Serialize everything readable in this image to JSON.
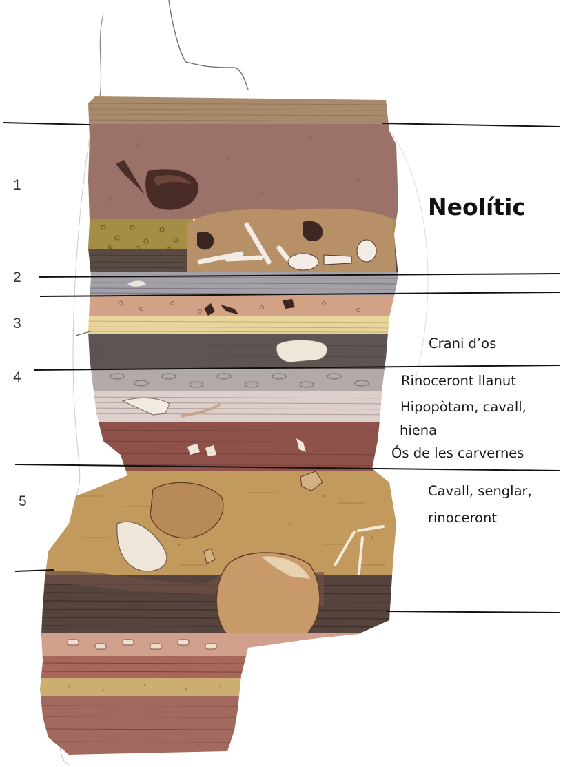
{
  "layer_numbers": [
    "1",
    "2",
    "3",
    "4",
    "5"
  ],
  "period_label": "Neolític",
  "fauna_labels": {
    "crani": "Crani d’os",
    "rinoceront_llanut": "Rinoceront llanut",
    "hipopotam_line1": "Hipopòtam, cavall,",
    "hipopotam_line2": "hiena",
    "os_cavernes": "Ós de les carvernes",
    "cavall_line1": "Cavall, senglar,",
    "cavall_line2": "rinoceront"
  },
  "colors": {
    "boundary_line": "#111111",
    "top_soil": "#a88b6a",
    "layer1": "#9a7268",
    "yellow_gravel": "#a48d44",
    "burial": "#b89068",
    "grey_band": "#a4a0a8",
    "pink_pebbles": "#d2a287",
    "cream": "#e8d59c",
    "dark_band": "#5e5552",
    "grey_stones": "#b2aaa6",
    "pale_lines": "#ddd0cc",
    "dark_red": "#8e524a",
    "ochre": "#c39a5e",
    "deep_brown": "#55433d",
    "boulder": "#c89a6a"
  }
}
